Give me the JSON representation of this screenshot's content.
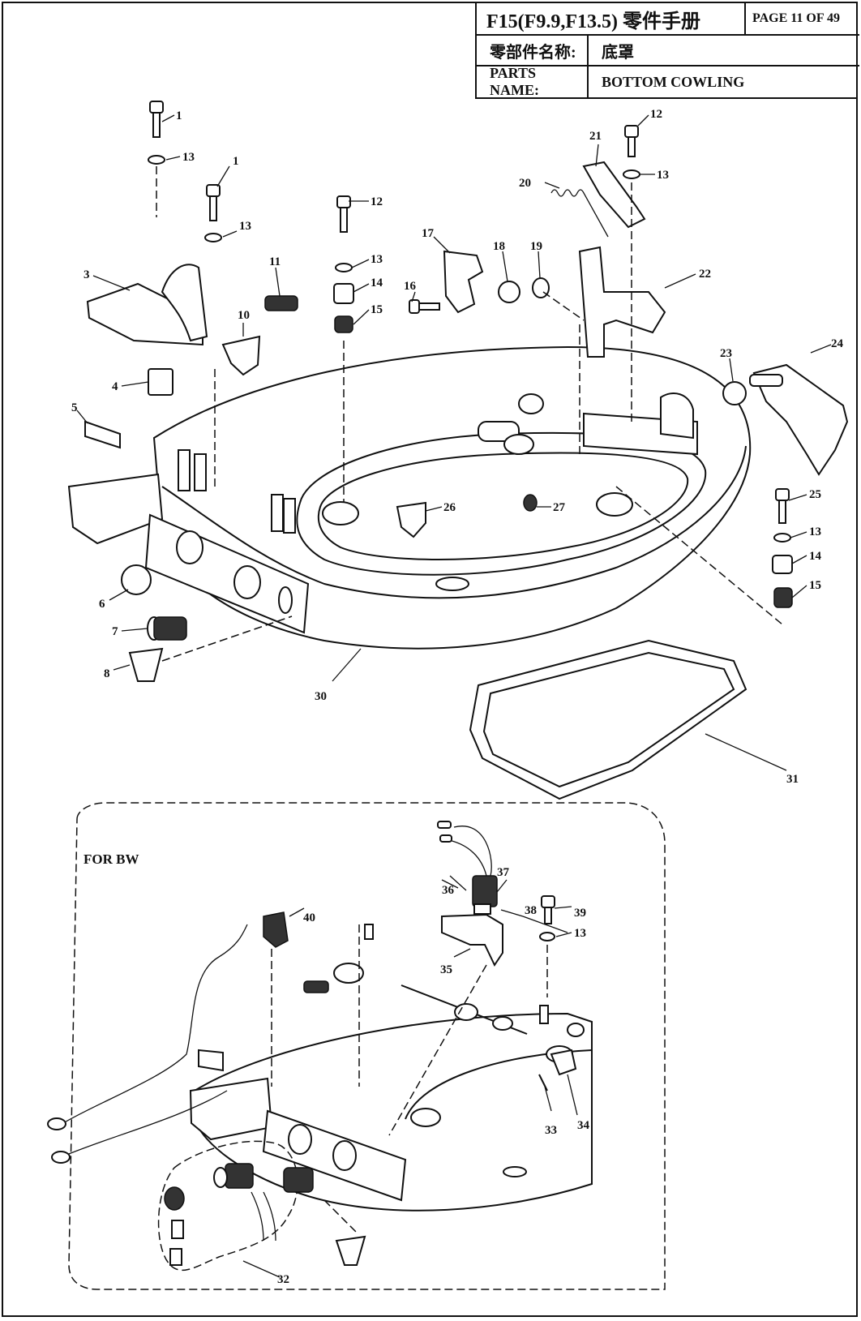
{
  "header": {
    "title": "F15(F9.9,F13.5) 零件手册",
    "page": "PAGE 11 OF 49",
    "label_cn": "零部件名称:",
    "value_cn": "底罩",
    "label_en": "PARTS NAME:",
    "value_en": "BOTTOM COWLING"
  },
  "inset": {
    "title": "FOR BW"
  },
  "callouts": {
    "c1a": "1",
    "c1b": "1",
    "c3": "3",
    "c4": "4",
    "c5": "5",
    "c6": "6",
    "c7": "7",
    "c8": "8",
    "c10": "10",
    "c11": "11",
    "c12a": "12",
    "c12b": "12",
    "c13a": "13",
    "c13b": "13",
    "c13c": "13",
    "c13d": "13",
    "c13e": "13",
    "c13f": "13",
    "c14a": "14",
    "c14b": "14",
    "c15a": "15",
    "c15b": "15",
    "c16": "16",
    "c17": "17",
    "c18": "18",
    "c19": "19",
    "c20": "20",
    "c21": "21",
    "c22": "22",
    "c23": "23",
    "c24": "24",
    "c25": "25",
    "c26": "26",
    "c27": "27",
    "c30": "30",
    "c31": "31",
    "c32": "32",
    "c33": "33",
    "c34": "34",
    "c35": "35",
    "c36": "36",
    "c37": "37",
    "c38": "38",
    "c39": "39",
    "c40": "40"
  }
}
